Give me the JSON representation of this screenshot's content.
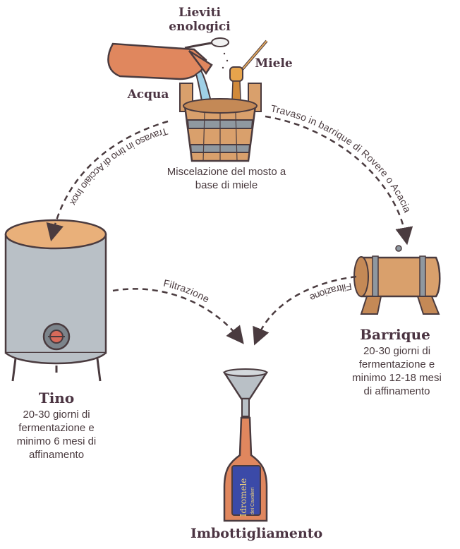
{
  "ingredients": {
    "yeast": "Lieviti enologici",
    "honey": "Miele",
    "water": "Acqua"
  },
  "mixing_caption": "Miscelazione del mosto a base di miele",
  "arrows": {
    "to_tino": "Travaso in tino di Acciaio Inox",
    "to_barrique": "Travaso in barrique di Rovere o Acacia",
    "filtration_left": "Filtrazione",
    "filtration_right": "Filtrazione"
  },
  "tino": {
    "title": "Tino",
    "desc_lines": [
      "20-30 giorni di",
      "fermentazione e",
      "minimo 6 mesi di",
      "affinamento"
    ]
  },
  "barrique": {
    "title": "Barrique",
    "desc_lines": [
      "20-30 giorni di",
      "fermentazione e",
      "minimo 12-18 mesi",
      "di affinamento"
    ]
  },
  "bottling": {
    "title": "Imbottigliamento",
    "bottle_label_main": "Idromele",
    "bottle_label_sub": "dei Cavalieri"
  },
  "colors": {
    "ink": "#4a3b3f",
    "wood": "#d9a06c",
    "steel": "#b9c0c6",
    "bottle": "#e0875e",
    "label": "#3b4aa8"
  }
}
